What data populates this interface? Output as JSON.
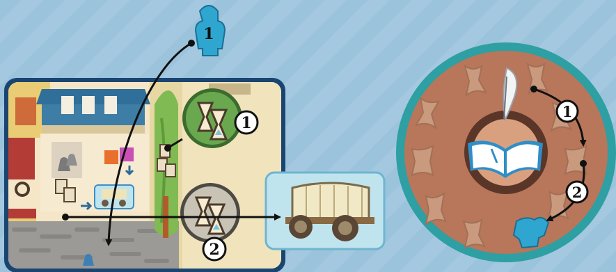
{
  "illustration": {
    "meeple_step": "1",
    "board_steps": [
      "1",
      "2"
    ],
    "track_steps": [
      "1",
      "2"
    ]
  },
  "colors": {
    "background": "#a0c6de",
    "board_frame": "#1b4571",
    "meeple": "#2fa6cf",
    "wheel_ring": "#2e9fa3",
    "wheel_body": "#b8765a",
    "bubble_green": "#6aa84f",
    "bubble_grey": "#c9c3b6",
    "wagon_card": "#bfe4ee"
  },
  "icons": [
    "meeple-icon",
    "hourglass-icon",
    "wagon-icon",
    "book-icon",
    "quill-icon",
    "bone-space-icon"
  ]
}
